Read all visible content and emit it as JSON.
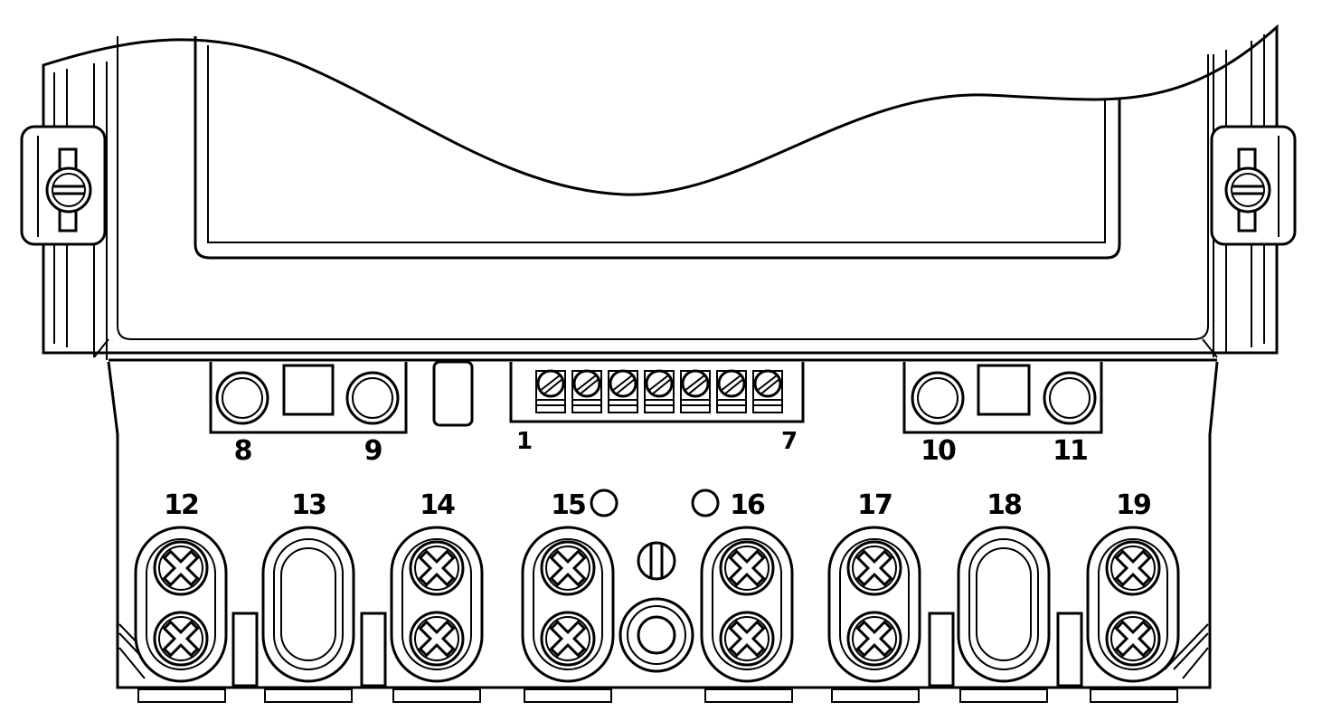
{
  "terminal_labels": {
    "t1": "1",
    "t7": "7",
    "t8": "8",
    "t9": "9",
    "t10": "10",
    "t11": "11",
    "t12": "12",
    "t13": "13",
    "t14": "14",
    "t15": "15",
    "t16": "16",
    "t17": "17",
    "t18": "18",
    "t19": "19"
  },
  "colors": {
    "line": "#000000",
    "background": "#ffffff"
  },
  "small_terminal_count": 7
}
